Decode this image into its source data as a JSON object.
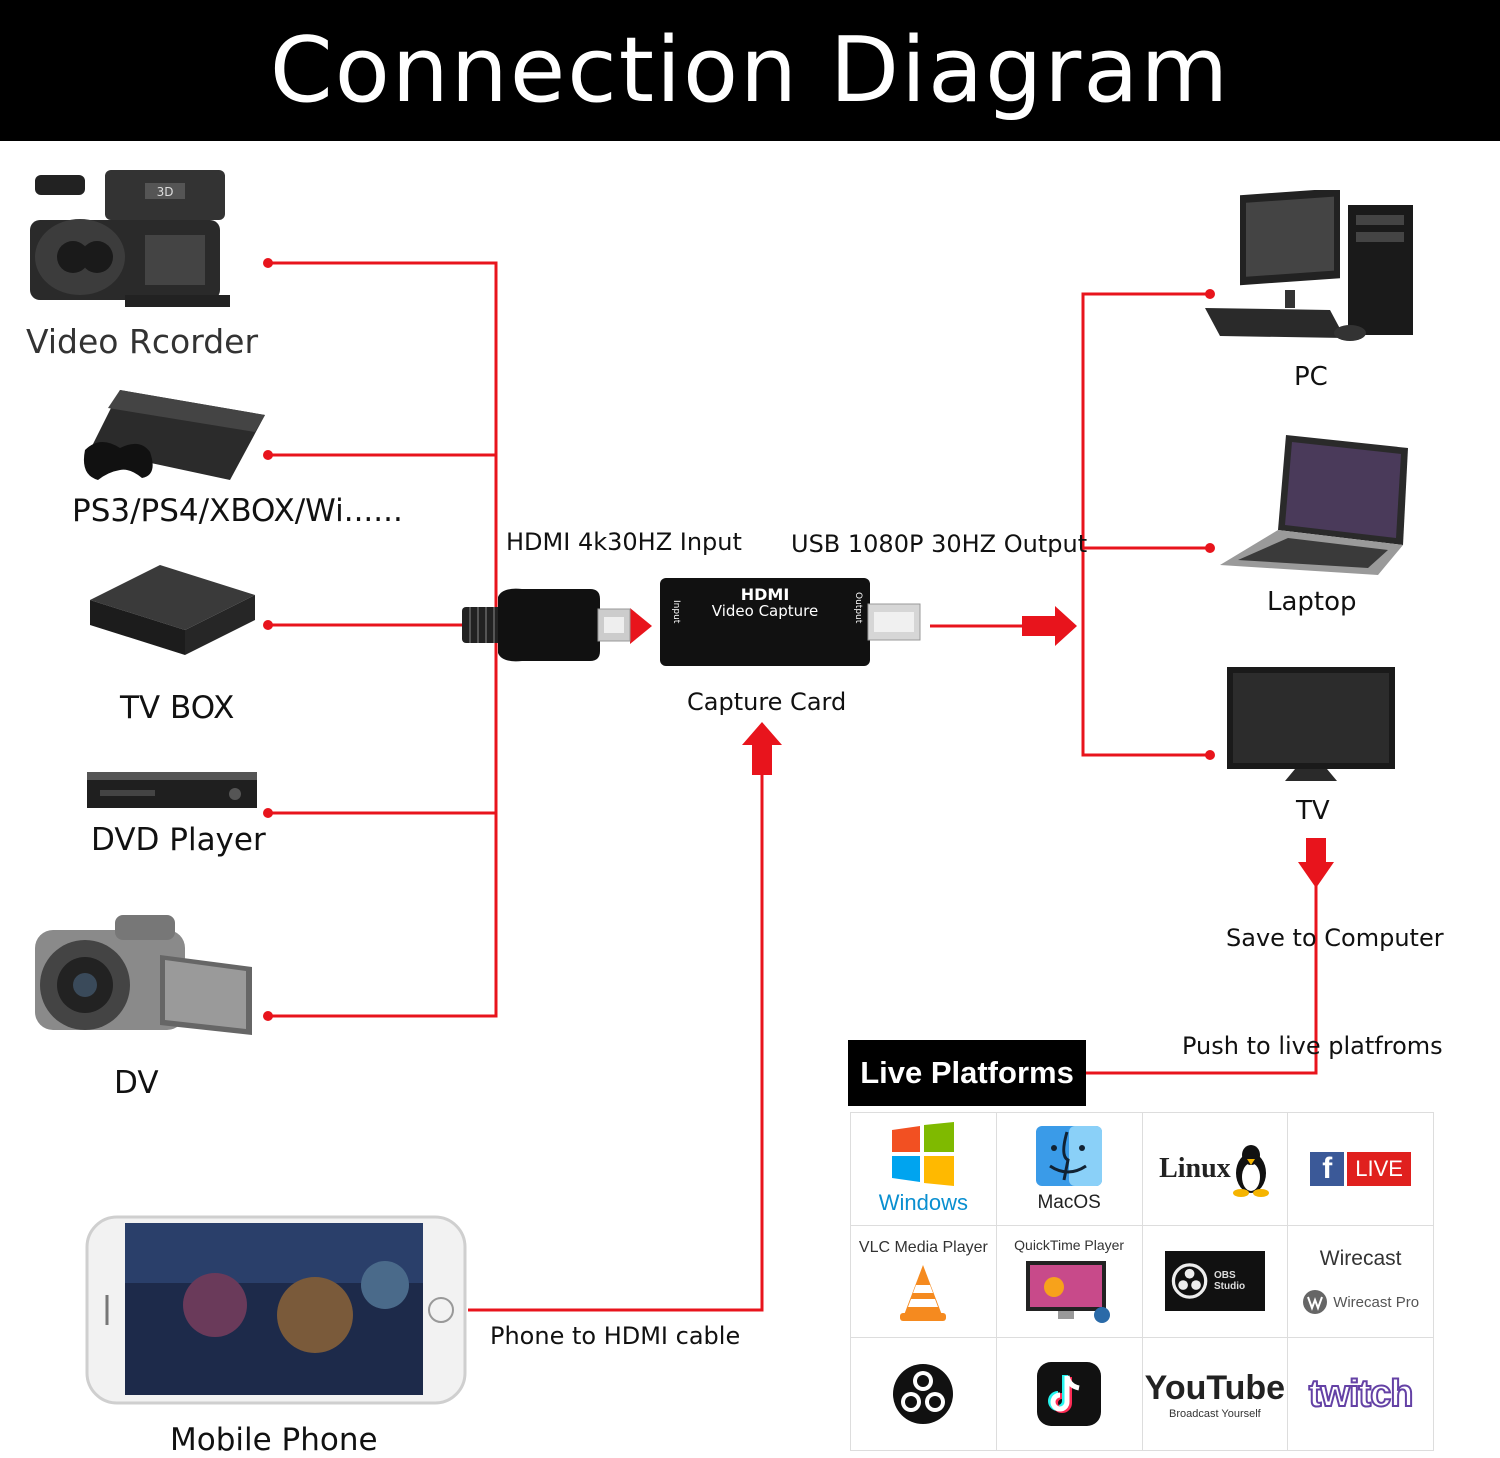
{
  "title": "Connection Diagram",
  "colors": {
    "wire": "#e8141c",
    "header_bg": "#000000"
  },
  "sources": [
    {
      "label": "Video Rcorder",
      "icon": "video-recorder-icon"
    },
    {
      "label": "PS3/PS4/XBOX/Wi......",
      "icon": "game-console-icon"
    },
    {
      "label": "TV BOX",
      "icon": "tv-box-icon"
    },
    {
      "label": "DVD Player",
      "icon": "dvd-player-icon"
    },
    {
      "label": "DV",
      "icon": "camcorder-icon"
    }
  ],
  "mobile": {
    "label": "Mobile Phone",
    "cable": "Phone to HDMI cable",
    "icon": "mobile-phone-icon"
  },
  "capture": {
    "input_label": "HDMI 4k30HZ Input",
    "output_label": "USB 1080P 30HZ Output",
    "caption": "Capture Card",
    "brand": "HDMI",
    "device_text": "Video Capture",
    "port_in": "Input",
    "port_out": "Output"
  },
  "outputs": [
    {
      "label": "PC",
      "icon": "pc-icon"
    },
    {
      "label": "Laptop",
      "icon": "laptop-icon"
    },
    {
      "label": "TV",
      "icon": "tv-icon"
    }
  ],
  "flow": {
    "save": "Save to Computer",
    "push": "Push to live platfroms"
  },
  "platforms": {
    "title": "Live Platforms",
    "cells": [
      {
        "text": "Windows",
        "icon": "windows-logo-icon"
      },
      {
        "text": "MacOS",
        "icon": "macos-logo-icon"
      },
      {
        "text": "Linux",
        "icon": "linux-logo-icon"
      },
      {
        "text": "LIVE",
        "icon": "facebook-live-icon"
      },
      {
        "text": "VLC Media Player",
        "icon": "vlc-icon"
      },
      {
        "text": "QuickTime Player",
        "icon": "quicktime-icon"
      },
      {
        "text": "OBS Studio",
        "icon": "obs-studio-icon"
      },
      {
        "text": "Wirecast",
        "subtext": "Wirecast Pro",
        "icon": "wirecast-icon"
      },
      {
        "text": "",
        "icon": "obs-logo-icon"
      },
      {
        "text": "",
        "icon": "tiktok-icon"
      },
      {
        "text": "YouTube",
        "subtext": "Broadcast Yourself",
        "icon": "youtube-icon"
      },
      {
        "text": "twitch",
        "icon": "twitch-icon"
      }
    ]
  }
}
